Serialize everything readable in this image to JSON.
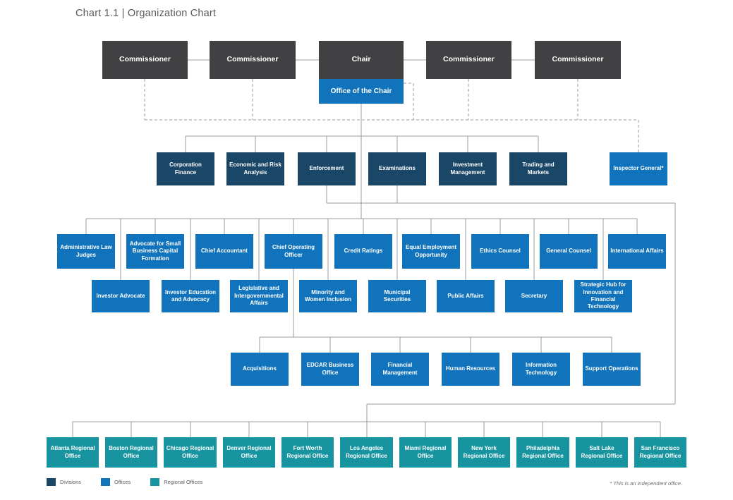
{
  "title": "Chart 1.1 | Organization Chart",
  "top": {
    "commissioners": [
      "Commissioner",
      "Commissioner",
      "Commissioner",
      "Commissioner"
    ],
    "chair": "Chair",
    "office_of_chair": "Office of the Chair"
  },
  "divisions": [
    "Corporation Finance",
    "Economic and Risk Analysis",
    "Enforcement",
    "Examinations",
    "Investment Management",
    "Trading and Markets"
  ],
  "inspector_general": "Inspector General*",
  "offices_row1": [
    "Administrative Law Judges",
    "Advocate for Small Business Capital Formation",
    "Chief Accountant",
    "Chief Operating Officer",
    "Credit Ratings",
    "Equal Employment Opportunity",
    "Ethics Counsel",
    "General Counsel",
    "International Affairs"
  ],
  "offices_row2": [
    "Investor Advocate",
    "Investor Education and Advocacy",
    "Legislative and Intergovernmental Affairs",
    "Minority and Women Inclusion",
    "Municipal Securities",
    "Public Affairs",
    "Secretary",
    "Strategic Hub for Innovation and Financial Technology"
  ],
  "coo_offices": [
    "Acquisitions",
    "EDGAR Business Office",
    "Financial Management",
    "Human Resources",
    "Information Technology",
    "Support Operations"
  ],
  "regional_offices": [
    "Atlanta Regional Office",
    "Boston Regional Office",
    "Chicago Regional Office",
    "Denver Regional Office",
    "Fort Worth Regional Office",
    "Los Angeles Regional Office",
    "Miami Regional Office",
    "New York Regional Office",
    "Philadelphia Regional Office",
    "Salt Lake Regional Office",
    "San Francisco Regional Office"
  ],
  "legend": [
    {
      "label": "Divisions",
      "color": "#1a4767"
    },
    {
      "label": "Offices",
      "color": "#1173bb"
    },
    {
      "label": "Regional Offices",
      "color": "#17949f"
    }
  ],
  "footnote": "* This is an independent office.",
  "colors": {
    "commissioner_box": "#414042",
    "division_box": "#1a4767",
    "office_box": "#1173bb",
    "regional_box": "#17949f",
    "connector_line": "#9b9b9b"
  }
}
